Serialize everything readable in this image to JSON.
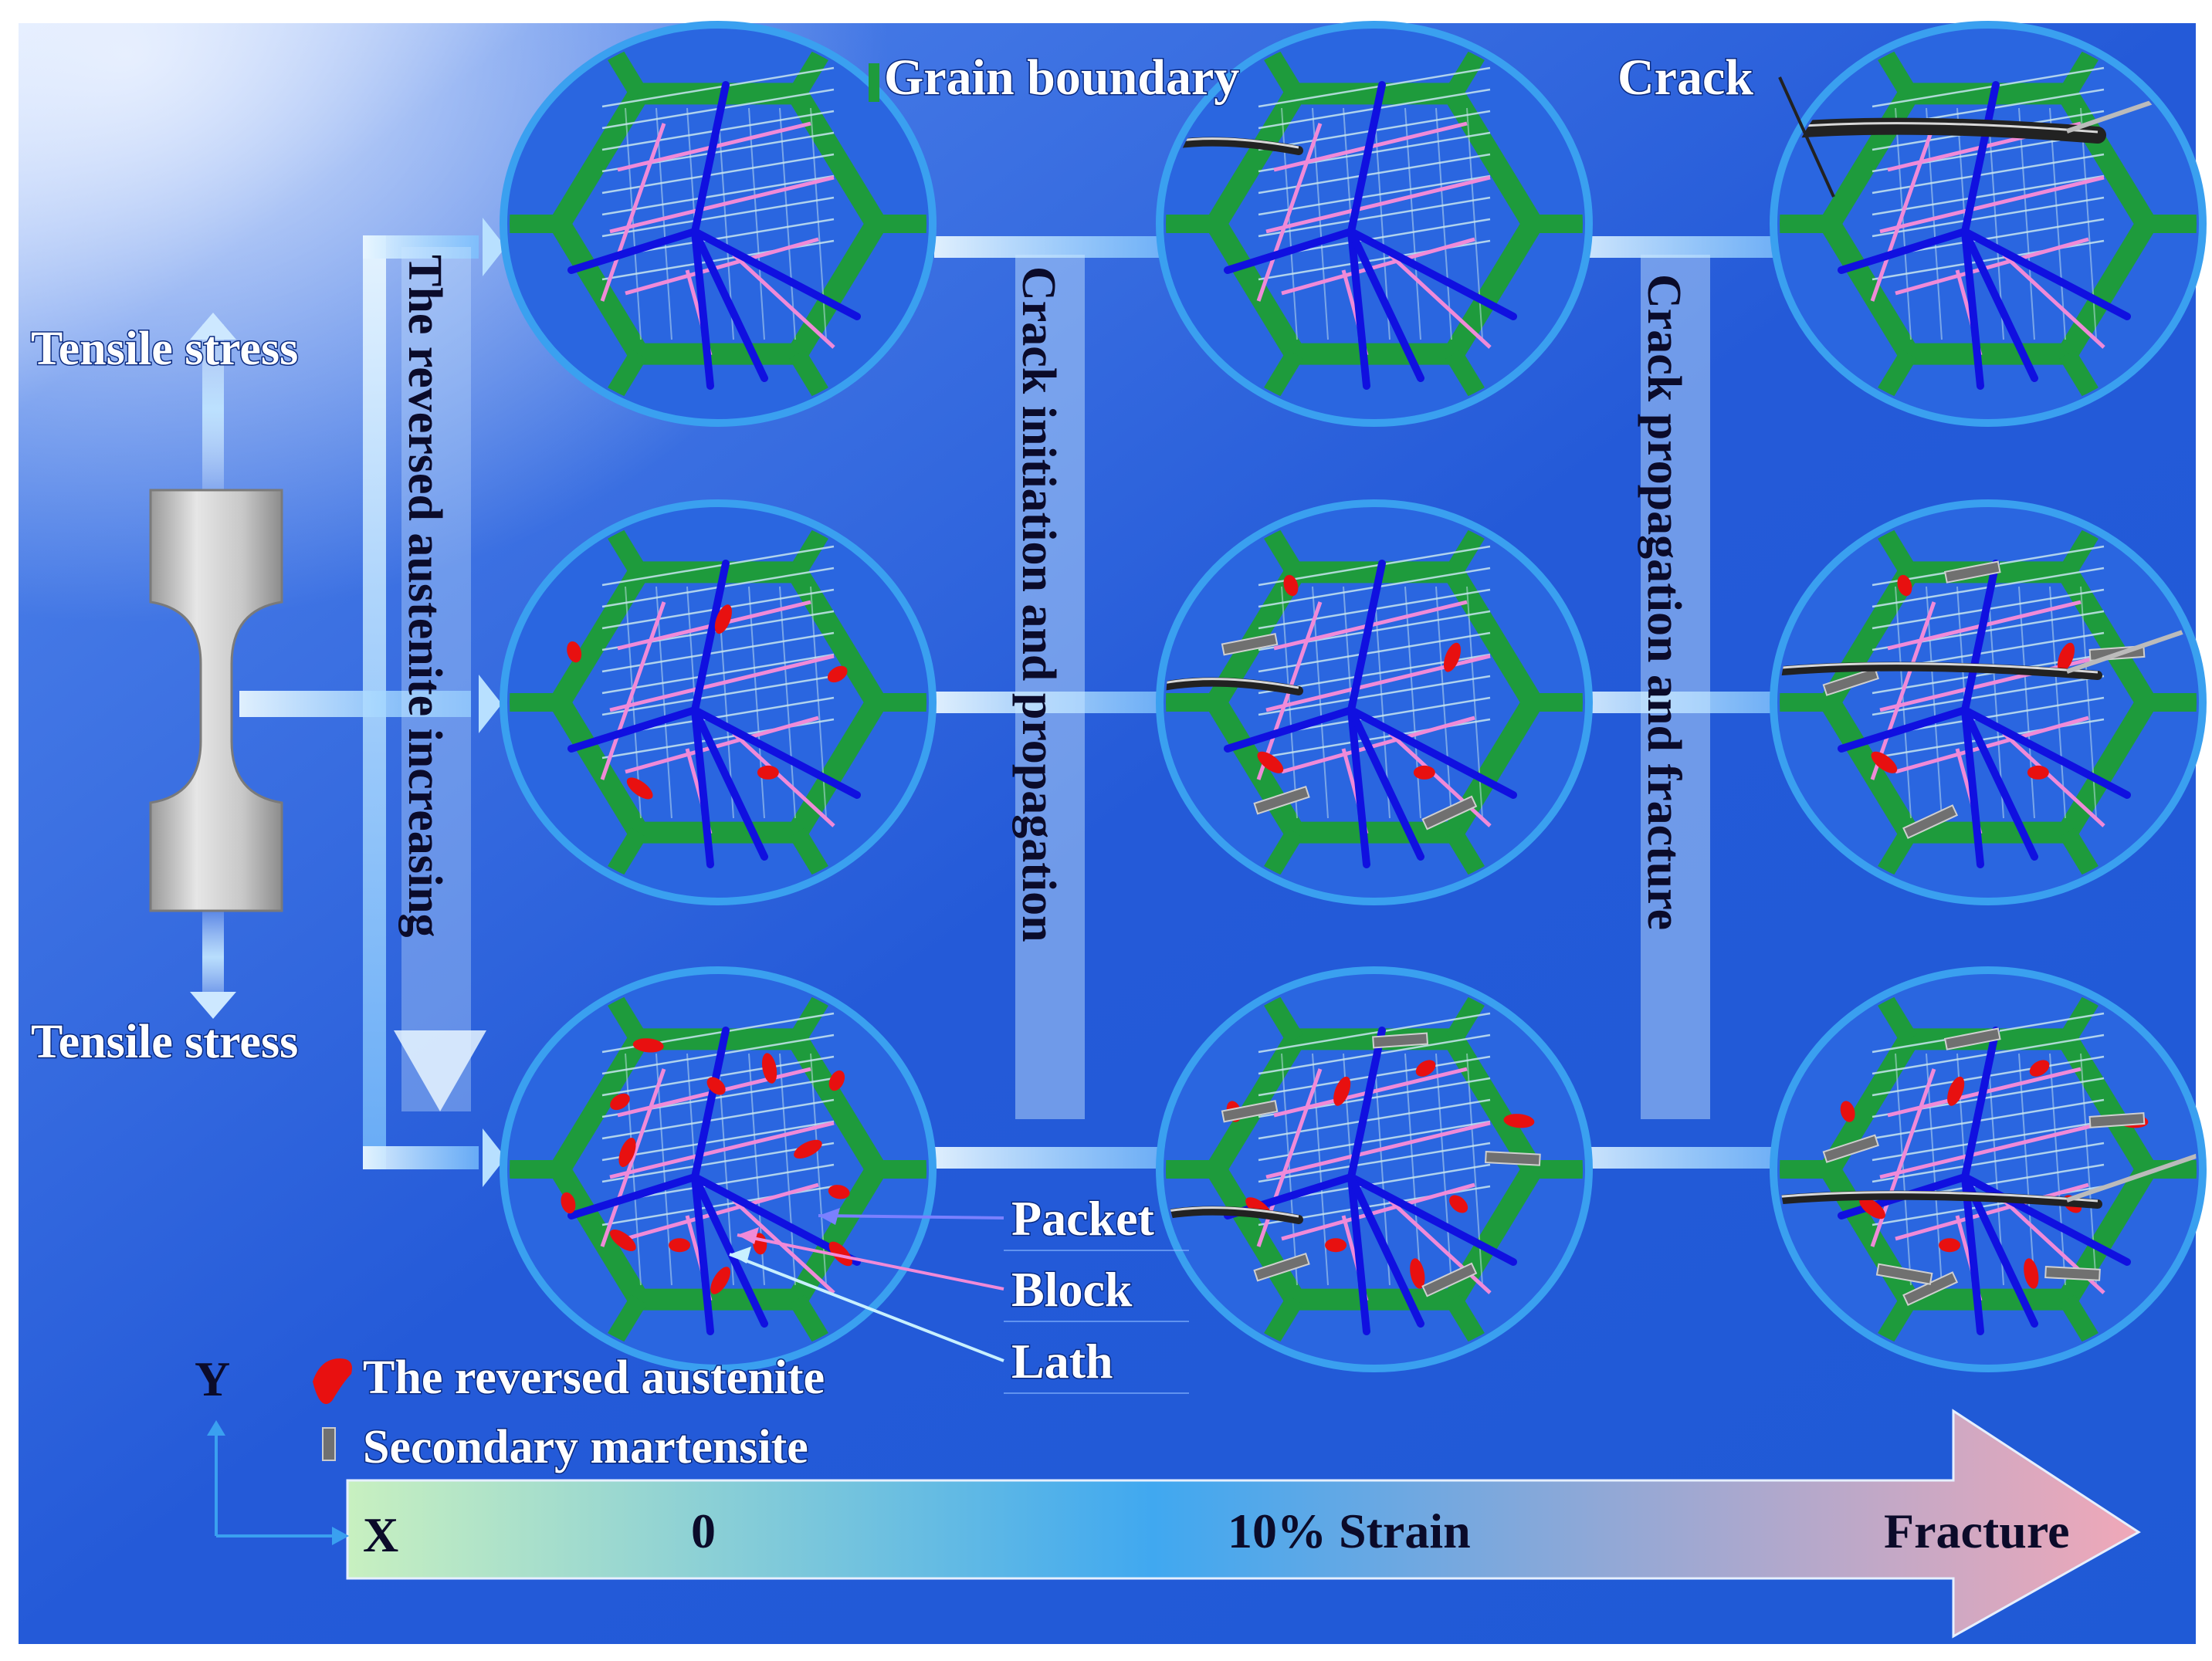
{
  "labels": {
    "grain_boundary": "Grain boundary",
    "crack": "Crack",
    "tensile_stress_top": "Tensile stress",
    "tensile_stress_bottom": "Tensile stress",
    "stage1": "The reversed austenite  increasing",
    "stage2": "Crack initiation and propagation",
    "stage3": "Crack propagation and fracture",
    "packet": "Packet",
    "block": "Block",
    "lath": "Lath",
    "reversed_austenite": "The reversed austenite",
    "secondary_martensite": "Secondary martensite",
    "axis_y": "Y",
    "axis_x": "X",
    "strain_start": "0",
    "strain_mid": "10% Strain",
    "strain_end": "Fracture"
  },
  "colors": {
    "background_top": "#2f5fd8",
    "background_bottom": "#1f56d6",
    "grain_boundary": "#1e9b3c",
    "packet": "#1010e0",
    "block": "#f08ad8",
    "lath": "#c8e6f0",
    "reversed_austenite": "#e81010",
    "secondary_martensite": "#707070",
    "circle_outline": "#3aa0f0",
    "strain_start": "#c8f0c0",
    "strain_mid": "#40a8f0",
    "strain_end": "#f0a8b8"
  },
  "icons": {
    "specimen": "dogbone-tensile-specimen-icon",
    "legend_austenite": "red-austenite-blob-icon",
    "legend_martensite": "gray-martensite-bar-icon"
  }
}
